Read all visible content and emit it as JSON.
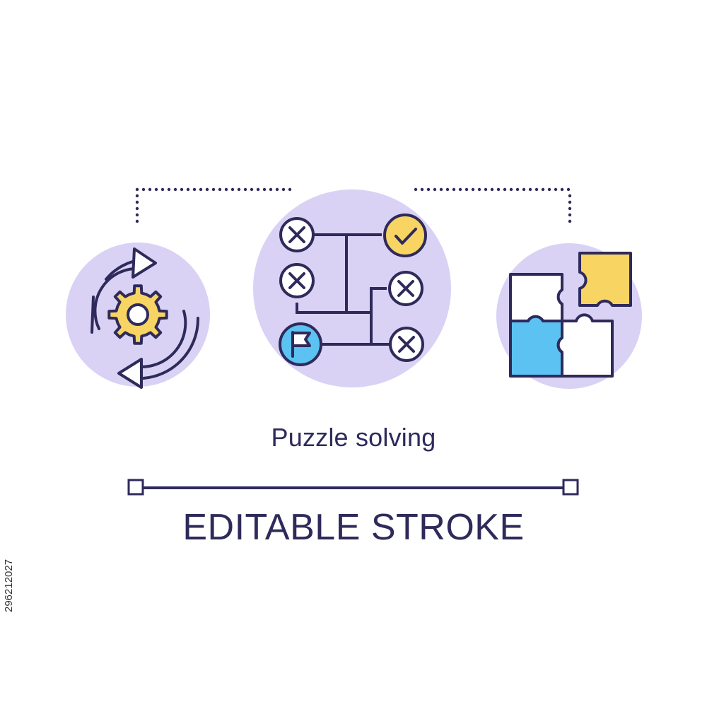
{
  "caption": "Puzzle solving",
  "editable_label": "EDITABLE STROKE",
  "stock_id": "296212027",
  "colors": {
    "background": "#ffffff",
    "circle_fill": "#d9d2f5",
    "stroke": "#2e2a5a",
    "yellow": "#f8d563",
    "blue": "#5cc2f2",
    "white": "#ffffff"
  },
  "icons": {
    "left": "gear-refresh-icon",
    "center": "decision-maze-icon",
    "right": "puzzle-pieces-icon"
  }
}
